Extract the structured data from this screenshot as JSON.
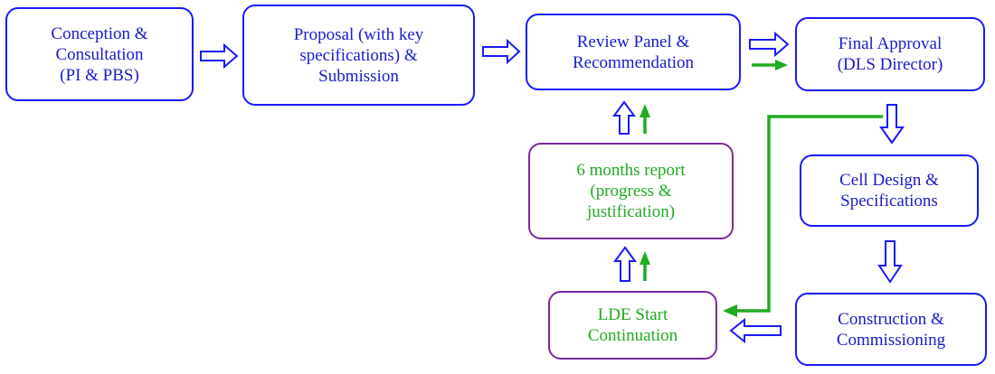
{
  "boxes": {
    "conception": [
      "Conception &",
      "Consultation",
      "(PI & PBS)"
    ],
    "proposal": [
      "Proposal (with key",
      "specifications) &",
      "Submission"
    ],
    "review": [
      "Review Panel &",
      "Recommendation"
    ],
    "approval": [
      "Final Approval",
      "(DLS Director)"
    ],
    "report": [
      "6 months report",
      "(progress &",
      "justification)"
    ],
    "cell_design": [
      "Cell Design &",
      "Specifications"
    ],
    "lde": [
      "LDE Start",
      "Continuation"
    ],
    "construction": [
      "Construction &",
      "Commissioning"
    ]
  },
  "colors": {
    "blue": "#1a1aff",
    "purple": "#7a2a9e",
    "green": "#22aa22",
    "text_blue": "#1a1acc"
  }
}
